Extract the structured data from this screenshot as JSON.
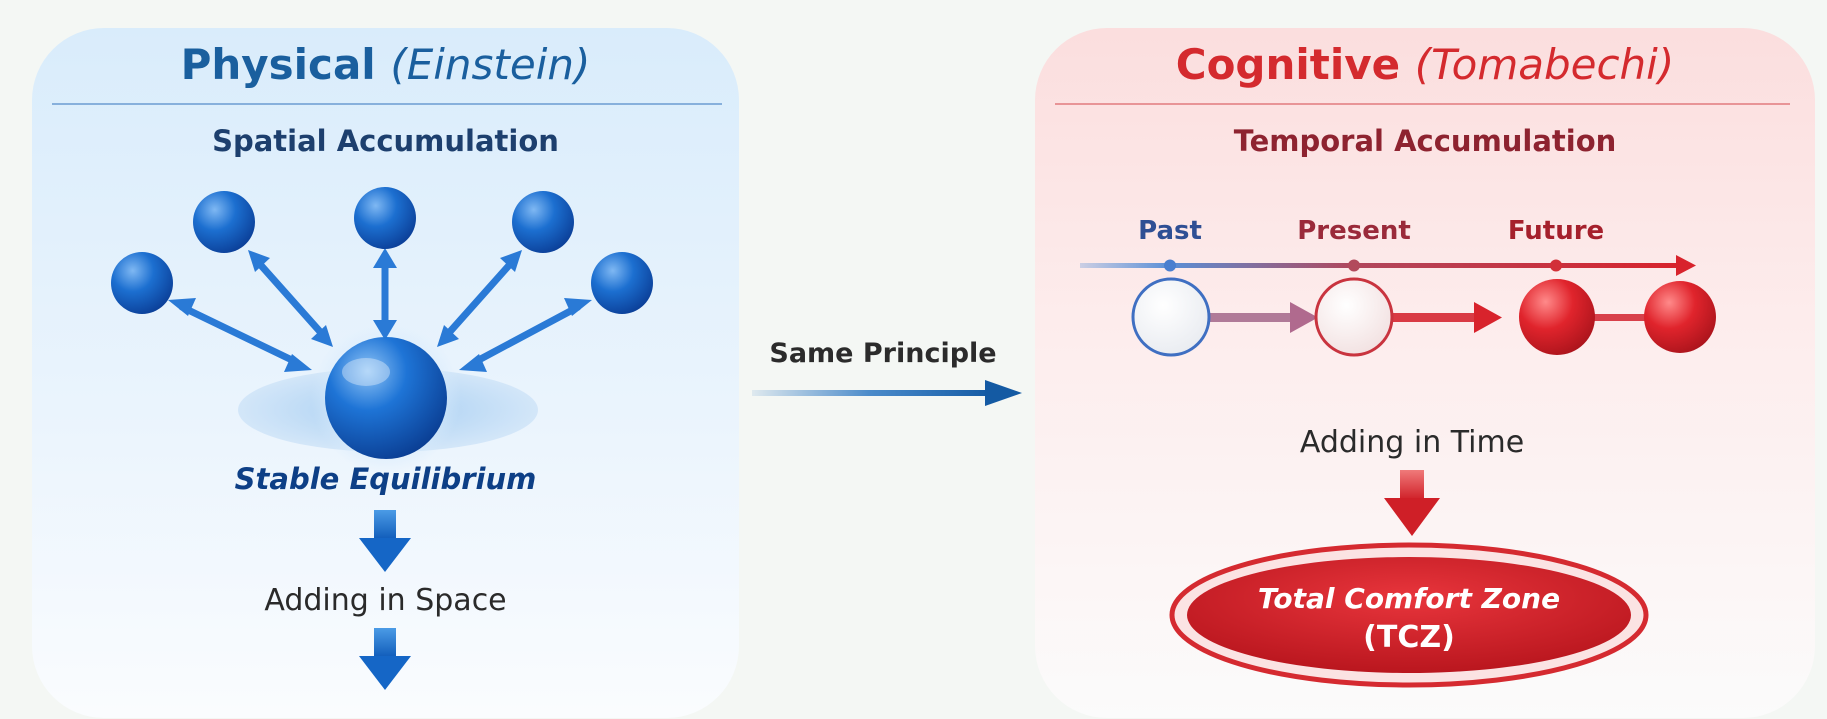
{
  "left_panel": {
    "title": "Physical",
    "title_paren": "(Einstein)",
    "subtitle": "Spatial Accumulation",
    "center_label": "Stable Equilibrium",
    "bottom_label": "Adding in Space"
  },
  "middle": {
    "arrow_label": "Same Principle"
  },
  "right_panel": {
    "title": "Cognitive",
    "title_paren": "(Tomabechi)",
    "subtitle": "Temporal Accumulation",
    "timeline": {
      "past": "Past",
      "present": "Present",
      "future": "Future"
    },
    "bottom_label": "Adding in Time",
    "result_line1": "Total Comfort Zone",
    "result_line2": "(TCZ)"
  },
  "colors": {
    "blue_title": "#1a5f9e",
    "blue_dark": "#0d3f86",
    "blue_sphere": "#1565c8",
    "red_title": "#d42a2e",
    "red_dark": "#9a1f29",
    "red_sphere": "#d7232c"
  },
  "icons": [
    "sphere-icon",
    "double-arrow-icon",
    "down-arrow-icon",
    "right-arrow-icon"
  ]
}
